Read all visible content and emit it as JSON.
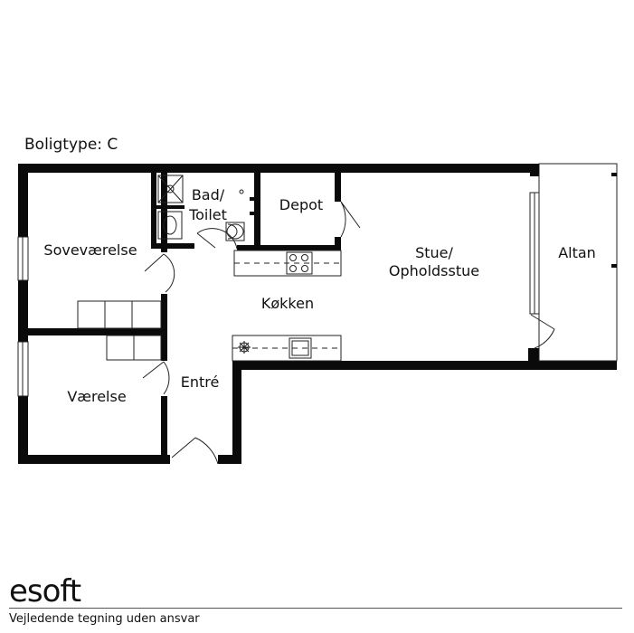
{
  "header": {
    "boligtype": "Boligtype: C"
  },
  "rooms": {
    "sovevaerelse": "Soveværelse",
    "vaerelse": "Værelse",
    "bad": "Bad/",
    "toilet": "Toilet",
    "depot": "Depot",
    "koekken": "Køkken",
    "stue": "Stue/",
    "opholdsstue": "Opholdsstue",
    "entre": "Entré",
    "altan": "Altan"
  },
  "brand": {
    "logo": "esoft"
  },
  "footer": {
    "disclaimer": "Vejledende tegning uden ansvar"
  }
}
